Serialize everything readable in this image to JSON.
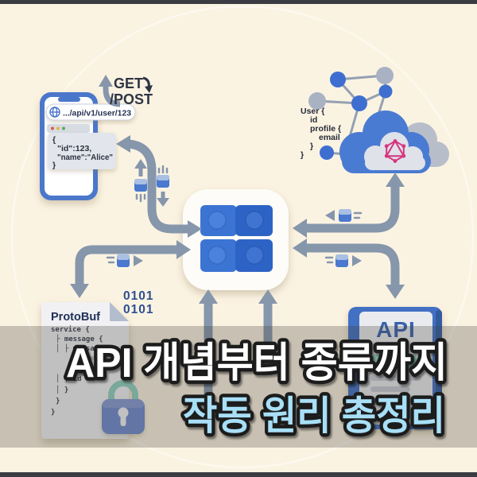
{
  "scene": {
    "background": "#fbf3e2",
    "frame_bar_color": "#3b3b43",
    "overlay_color": "rgba(70,66,58,0.28)",
    "arrow_color": "#8696ab",
    "accent_blue": "#4b77cb",
    "brick_blue_light": "#3c74d4",
    "brick_blue_dark": "#2e63c6",
    "graphql_pink": "#d6357f",
    "lock_body_blue": "#7089ce",
    "lock_shackle_teal": "#8fd2c2",
    "binary_blue": "#2d4f92"
  },
  "phone": {
    "url_bar": {
      "icon": "globe-icon",
      "url": ".../api/v1/user/123"
    },
    "window_dots": [
      "#dd5b52",
      "#e3b53e",
      "#58aa63"
    ],
    "response_json": {
      "l1": "{",
      "l2": "\"id\":123,",
      "l3": "\"name\":\"Alice\"",
      "l4": "}"
    },
    "method_label": {
      "l1": "GET",
      "l2": "/POST"
    }
  },
  "cloud": {
    "logo": "graphql-logo",
    "query": {
      "l1": "User {",
      "l2": "id",
      "l3": "profile {",
      "l4": "email",
      "l5": "}",
      "l6": "}"
    }
  },
  "protobuf_doc": {
    "title": "ProtoBuf",
    "code": {
      "l1": "service {",
      "l2": "├ message {",
      "l3": "│ ├ message {",
      "l4": "│ │ id",
      "l5": "│ }",
      "l6": "}",
      "l7": "}"
    },
    "binary": {
      "l1": "0101",
      "l2": "0101"
    }
  },
  "api_doc": {
    "title": "API"
  },
  "banner": {
    "title": "API 개념부터 종류까지",
    "subtitle": "작동 원리 총정리",
    "title_fill": "#ffffff",
    "subtitle_fill": "#a8dff7",
    "outline": "#1c1c1c"
  }
}
